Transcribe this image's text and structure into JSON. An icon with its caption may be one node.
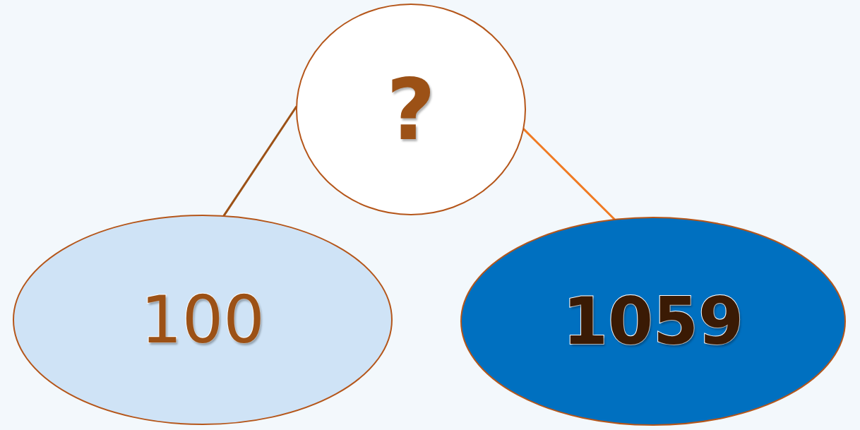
{
  "diagram": {
    "nodes": [
      {
        "text": [
          "?"
        ]
      },
      {
        "text": [
          "100"
        ]
      },
      {
        "text": [
          "1059"
        ]
      }
    ],
    "edges": [
      {
        "from": 0,
        "to": 1,
        "arrow": "none",
        "color": "#9c5116"
      },
      {
        "from": 0,
        "to": 2,
        "arrow": "none",
        "color": "#f07a22"
      }
    ]
  }
}
